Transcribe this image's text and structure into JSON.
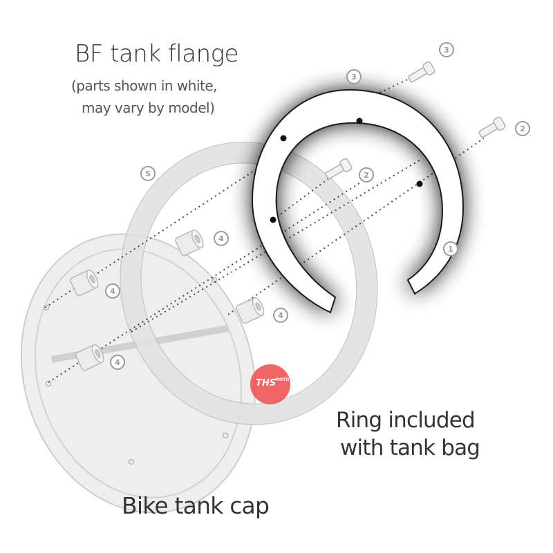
{
  "title": "BF tank flange",
  "subtitle_line1": "(parts shown in white,",
  "subtitle_line2": "may vary by model)",
  "ring_label_line1": "Ring included",
  "ring_label_line2": "with tank bag",
  "cap_label": "Bike tank cap",
  "watermark": {
    "main": "THS",
    "sub": "MOTO",
    "color": "#ef5a5a"
  },
  "callouts": {
    "bolt_left": "3",
    "bolt_right": "3",
    "bolt_mid_right": "2",
    "bolt_mid": "2",
    "ring_base": "5",
    "flange_tip": "1",
    "spacer_a": "4",
    "spacer_b": "4",
    "spacer_c": "4",
    "spacer_d": "4"
  },
  "colors": {
    "flange_fill": "#ffffff",
    "flange_glow": "#000000",
    "ghost_parts": "#e6e6e6",
    "ghost_outline": "#c8c8c8"
  }
}
